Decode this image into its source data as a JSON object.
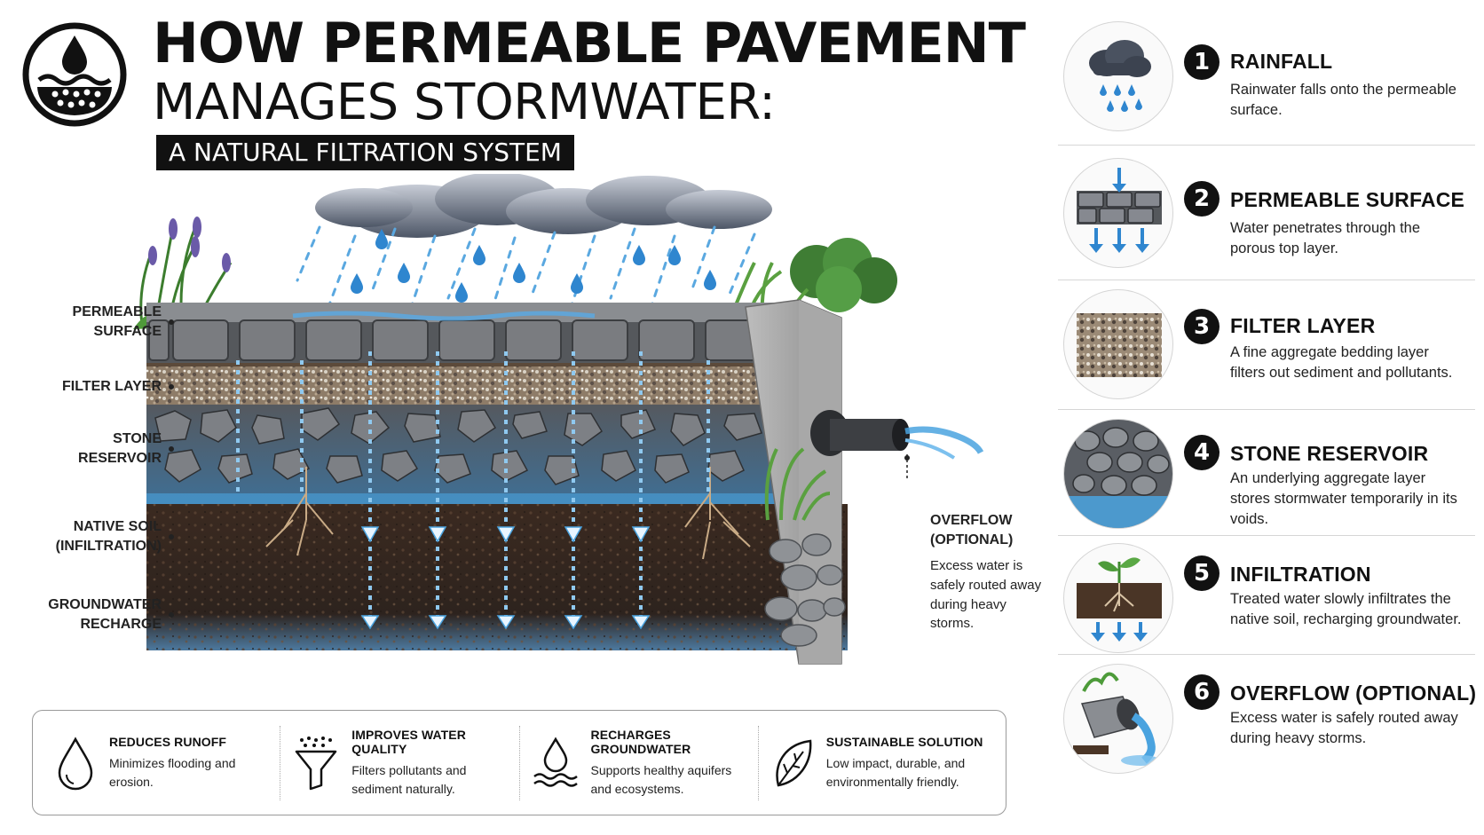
{
  "header": {
    "title_line1": "HOW PERMEABLE PAVEMENT",
    "title_line2": "MANAGES STORMWATER:",
    "subtitle": "A NATURAL FILTRATION SYSTEM"
  },
  "layers": [
    {
      "label": "PERMEABLE\nSURFACE"
    },
    {
      "label": "FILTER LAYER"
    },
    {
      "label": "STONE\nRESERVOIR"
    },
    {
      "label": "NATIVE SOIL\n(INFILTRATION)"
    },
    {
      "label": "GROUNDWATER\nRECHARGE"
    }
  ],
  "overflow": {
    "title": "OVERFLOW\n(OPTIONAL)",
    "description": "Excess water is safely routed away during heavy storms."
  },
  "benefits": [
    {
      "title": "REDUCES RUNOFF",
      "description": "Minimizes flooding and erosion.",
      "icon": "water-drop-icon"
    },
    {
      "title": "IMPROVES WATER QUALITY",
      "description": "Filters pollutants and sediment naturally.",
      "icon": "funnel-icon"
    },
    {
      "title": "RECHARGES GROUNDWATER",
      "description": "Supports healthy aquifers and ecosystems.",
      "icon": "drop-waves-icon"
    },
    {
      "title": "SUSTAINABLE SOLUTION",
      "description": "Low impact, durable, and environmentally friendly.",
      "icon": "leaf-icon"
    }
  ],
  "steps": [
    {
      "number": "1",
      "title": "RAINFALL",
      "description": "Rainwater falls onto the permeable surface.",
      "icon": "rain-cloud-icon"
    },
    {
      "number": "2",
      "title": "PERMEABLE SURFACE",
      "description": "Water penetrates through the porous top layer.",
      "icon": "pavers-icon"
    },
    {
      "number": "3",
      "title": "FILTER LAYER",
      "description": "A fine aggregate bedding layer filters out sediment and pollutants.",
      "icon": "gravel-icon"
    },
    {
      "number": "4",
      "title": "STONE  RESERVOIR",
      "description": "An underlying aggregate layer stores stormwater temporarily in its voids.",
      "icon": "stones-icon"
    },
    {
      "number": "5",
      "title": "INFILTRATION",
      "description": "Treated water slowly infiltrates the native soil, recharging groundwater.",
      "icon": "sprout-icon"
    },
    {
      "number": "6",
      "title": "OVERFLOW (OPTIONAL)",
      "description": "Excess water is safely routed away during heavy storms.",
      "icon": "pipe-outflow-icon"
    }
  ],
  "colors": {
    "water": "#4aa3df",
    "soil": "#3b2a20",
    "stone": "#6e7074",
    "gravel": "#a99580",
    "paver": "#7a7c80"
  }
}
